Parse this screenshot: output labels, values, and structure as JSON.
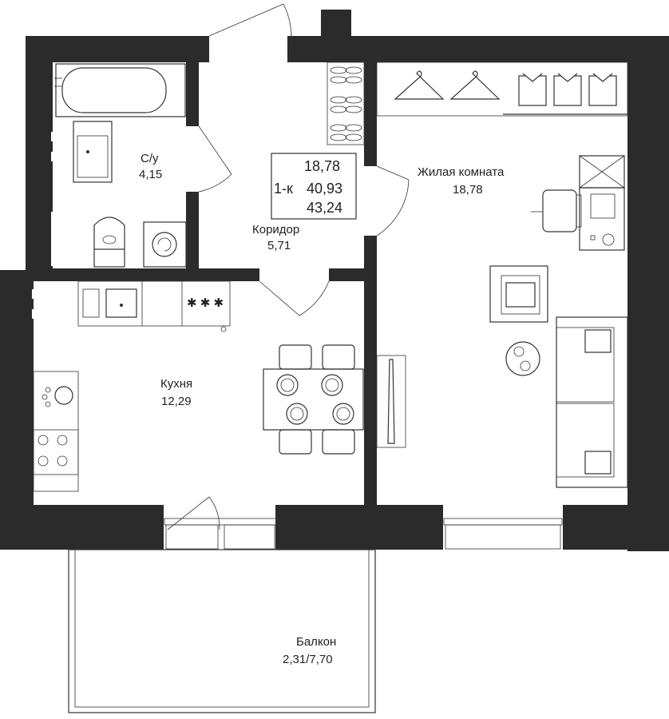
{
  "colors": {
    "wall": "#2b2b2b",
    "line": "#333333",
    "background": "#ffffff",
    "text": "#222222"
  },
  "summary": {
    "living_area": "18,78",
    "type": "1-к",
    "total_living": "40,93",
    "total_area": "43,24"
  },
  "rooms": {
    "bathroom": {
      "name": "С/у",
      "area": "4,15"
    },
    "corridor": {
      "name": "Коридор",
      "area": "5,71"
    },
    "living_room": {
      "name": "Жилая комната",
      "area": "18,78"
    },
    "kitchen": {
      "name": "Кухня",
      "area": "12,29"
    },
    "balcony": {
      "name": "Балкон",
      "area": "2,31/7,70"
    }
  },
  "icons": {
    "bathtub": "bathtub-icon",
    "sink": "sink-icon",
    "toilet": "toilet-icon",
    "washer": "washing-machine-icon",
    "shoes": "shoes-icon",
    "hanger": "hanger-icon",
    "shirt": "shirt-icon",
    "desk": "desk-icon",
    "chair": "chair-icon",
    "armchair": "armchair-icon",
    "sofa": "sofa-icon",
    "coffee_table": "coffee-table-icon",
    "tv": "tv-icon",
    "stove": "stove-icon",
    "dining_table": "dining-table-icon",
    "door": "door-swing-icon",
    "window": "window-icon"
  }
}
